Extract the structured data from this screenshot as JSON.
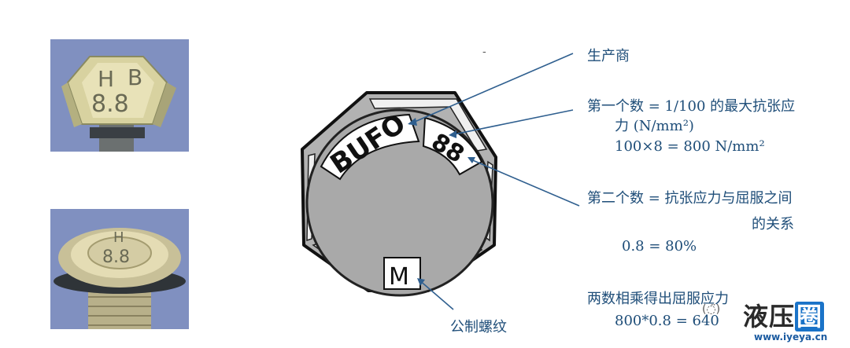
{
  "photos": {
    "top_marking": [
      "H",
      "B",
      "8.8"
    ],
    "bottom_marking": [
      "H",
      "8.8"
    ]
  },
  "diagram": {
    "head_text": "BUFO",
    "grade_text": "88",
    "thread_text": "M"
  },
  "labels": {
    "dash": "-",
    "manufacturer": "生产商",
    "first_number_line1": "第一个数 = 1/100 的最大抗张应",
    "first_number_line2": "力 (N/mm²)",
    "first_number_line3": "100×8 = 800 N/mm²",
    "second_number_line1": "第二个数 = 抗张应力与屈服之间",
    "second_number_line2": "的关系",
    "second_number_line3": "0.8 = 80%",
    "product_line1": "两数相乘得出屈服应力",
    "product_line2": "800*0.8 = 640",
    "metric_thread": "公制螺纹"
  },
  "watermark": {
    "chat_icon": "wechat-icon",
    "logo_char1": "液",
    "logo_char2": "压",
    "logo_char3": "圈",
    "url": "www.iyeya.cn"
  },
  "colors": {
    "label_blue": "#1f4e79",
    "photo_bg": "#7f8fc0",
    "hex_fill": "#a9a9a9",
    "leader_line": "#2f5f8f"
  }
}
